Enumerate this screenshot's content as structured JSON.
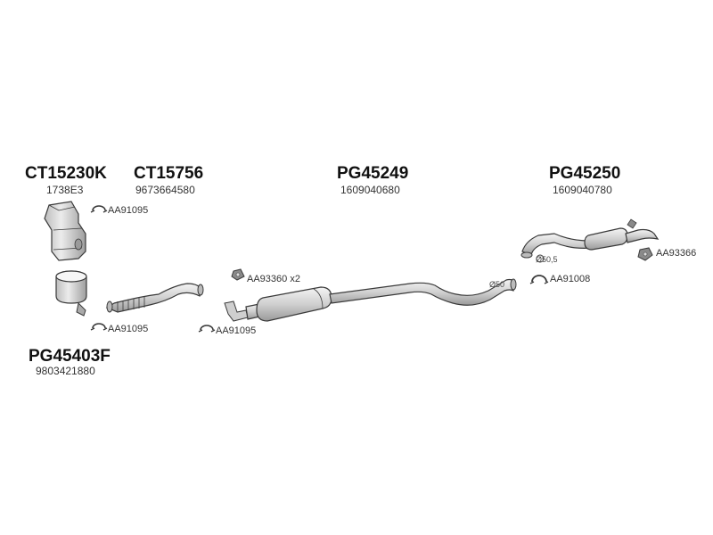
{
  "parts": {
    "cat_primary": {
      "code": "CT15230K",
      "oe": "1738E3"
    },
    "cat_secondary": {
      "code": "CT15756",
      "oe": "9673664580"
    },
    "filter": {
      "code": "PG45403F",
      "oe": "9803421880"
    },
    "middle_silencer": {
      "code": "PG45249",
      "oe": "1609040680"
    },
    "rear_silencer": {
      "code": "PG45250",
      "oe": "1609040780"
    }
  },
  "callouts": {
    "clamp_cat_top": "AA91095",
    "clamp_filter_bottom": "AA91095",
    "clamp_front_pipe": "AA91095",
    "mount_middle": "AA93360 x2",
    "mount_rear": "AA93366",
    "clamp_rear": "AA91008"
  },
  "dimensions": {
    "middle_pipe_diameter": "Ø50",
    "rear_pipe_diameter": "Ø50,5"
  },
  "colors": {
    "line": "#3a3a3a",
    "fill_light": "#e6e6e6",
    "fill_mid": "#c8c8c8",
    "fill_dark": "#8a8a8a"
  }
}
